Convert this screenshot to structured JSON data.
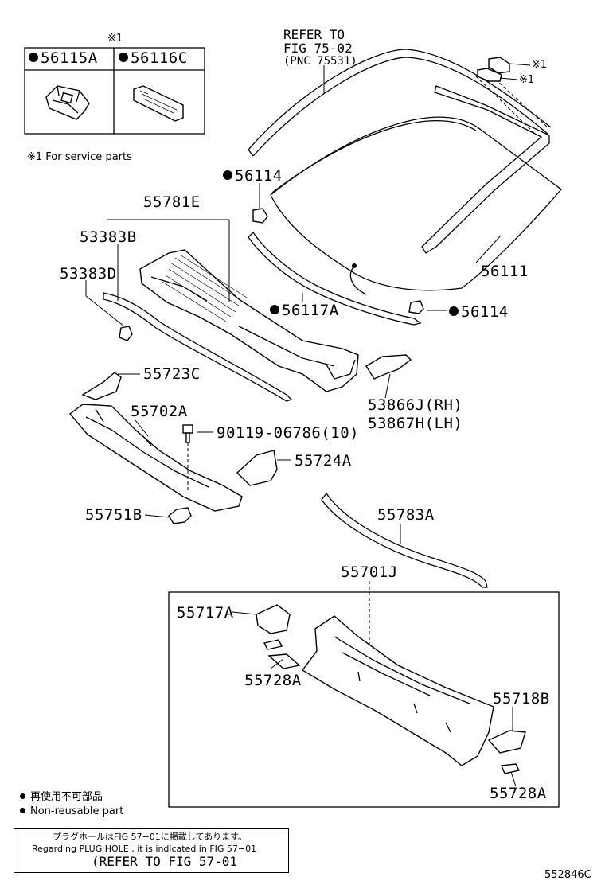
{
  "service_mark": "※1",
  "service_box": {
    "items": [
      {
        "code": "56115A"
      },
      {
        "code": "56116C"
      }
    ]
  },
  "service_note": "※1 For service parts",
  "windshield_ref": {
    "line1": "REFER TO",
    "line2": "FIG 75-02",
    "line3": "(PNC 75531)"
  },
  "marks": {
    "m1": "※1",
    "m2": "※1"
  },
  "parts": {
    "p56114a": "56114",
    "p55781e": "55781E",
    "p53383b": "53383B",
    "p53383d": "53383D",
    "p56111": "56111",
    "p56117a": "56117A",
    "p56114b": "56114",
    "p55723c": "55723C",
    "p53866j": "53866J(RH)",
    "p53867h": "53867H(LH)",
    "p55702a": "55702A",
    "p90119": "90119-06786(10)",
    "p55724a": "55724A",
    "p55751b": "55751B",
    "p55783a": "55783A",
    "p55701j": "55701J",
    "p55717a": "55717A",
    "p55728a1": "55728A",
    "p55718b": "55718B",
    "p55728a2": "55728A"
  },
  "legend": {
    "jp": "再使用不可部品",
    "en": "Non-reusable part"
  },
  "footer": {
    "jp": "プラグホールはFIG  57−01に掲載してあります。",
    "en": "Regarding  PLUG  HOLE , it is indicated in FIG  57−01",
    "ref": "(REFER  TO  FIG 57-01"
  },
  "diagram_id": "552846C"
}
